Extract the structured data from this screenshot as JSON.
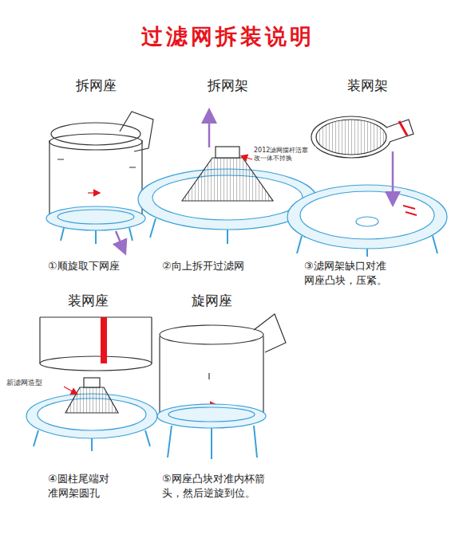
{
  "diagram": {
    "title": "过滤网拆装说明",
    "labels": [
      "拆网座",
      "拆网架",
      "装网架",
      "2012滤网摆杆活塞 改一体不掉换",
      "①顺旋取下网座",
      "②向上拆开过滤网",
      "③滤网架缺口对准网座凸块，压紧。",
      "装网座",
      "旋网座",
      "新滤网造型",
      "④圆柱尾端对准网架圆孔",
      "⑤网座凸块对准内杯箭头，然后逆旋到位。"
    ]
  }
}
